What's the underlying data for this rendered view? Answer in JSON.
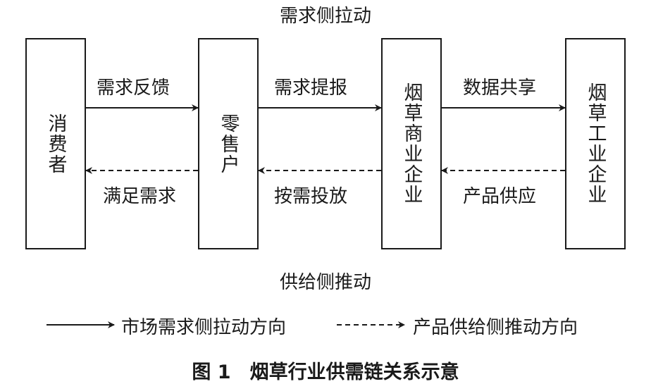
{
  "diagram": {
    "top_title": "需求侧拉动",
    "bottom_title": "供给侧推动",
    "nodes": {
      "consumer": "消费者",
      "retailer": "零售户",
      "commercial": "烟草商业企业",
      "industrial": "烟草工业企业"
    },
    "flows_solid": {
      "consumer_to_retailer": "需求反馈",
      "retailer_to_commercial": "需求提报",
      "commercial_to_industrial": "数据共享"
    },
    "flows_dashed": {
      "retailer_to_consumer": "满足需求",
      "commercial_to_retailer": "按需投放",
      "industrial_to_commercial": "产品供应"
    },
    "legend": {
      "solid": "市场需求侧拉动方向",
      "dashed": "产品供给侧推动方向"
    },
    "caption": "图 1　烟草行业供需链关系示意"
  }
}
